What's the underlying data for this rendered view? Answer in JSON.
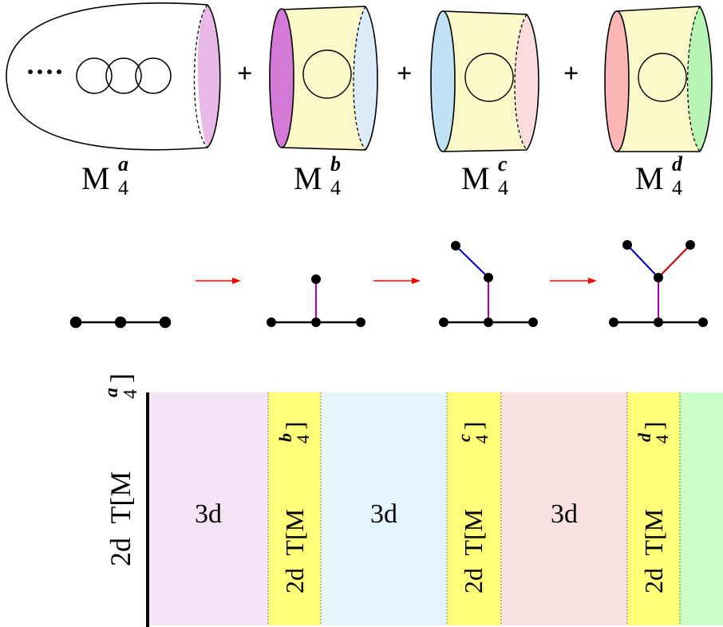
{
  "figure": {
    "pieces": [
      {
        "base": "M",
        "sub": "4",
        "sup": "a",
        "fill": "#e9b8e6",
        "plus": ""
      },
      {
        "base": "M",
        "sub": "4",
        "sup": "b",
        "fill": "#d27ad5",
        "plus": "+"
      },
      {
        "base": "M",
        "sub": "4",
        "sup": "c",
        "fill": "#bfe2f5",
        "plus": "+"
      },
      {
        "base": "M",
        "sub": "4",
        "sup": "d",
        "fill": "#fbb7b4",
        "plus": "+"
      }
    ],
    "dots": "····",
    "colors": {
      "cap_a": "#e9b8e6",
      "cap_b_left": "#d27ad5",
      "cap_b_right": "#dcecfa",
      "cap_c_left": "#bfe2f5",
      "cap_c_right": "#fbdcdc",
      "cap_d_left": "#fbb7b4",
      "cap_d_right": "#b8f5b4",
      "tube": "#fbf8c9",
      "arrow": "#ff0000",
      "edge_magenta": "#b000b0",
      "edge_blue": "#0000c0",
      "edge_red": "#c00000"
    }
  },
  "strip": {
    "left_label": "2d  T[M",
    "left_sub": "4",
    "left_sup": "a",
    "bands": [
      {
        "text": "3d",
        "fill": "#f4e4f6"
      },
      {
        "text": "2d  T[M",
        "sub": "4",
        "sup": "b",
        "fill": "#ffff7a"
      },
      {
        "text": "3d",
        "fill": "#e6f4fb"
      },
      {
        "text": "2d  T[M",
        "sub": "4",
        "sup": "c",
        "fill": "#ffff7a"
      },
      {
        "text": "3d",
        "fill": "#fbe2e2"
      },
      {
        "text": "2d  T[M",
        "sub": "4",
        "sup": "d",
        "fill": "#ffff7a"
      },
      {
        "text": "",
        "fill": "#c9ffc7"
      }
    ]
  }
}
